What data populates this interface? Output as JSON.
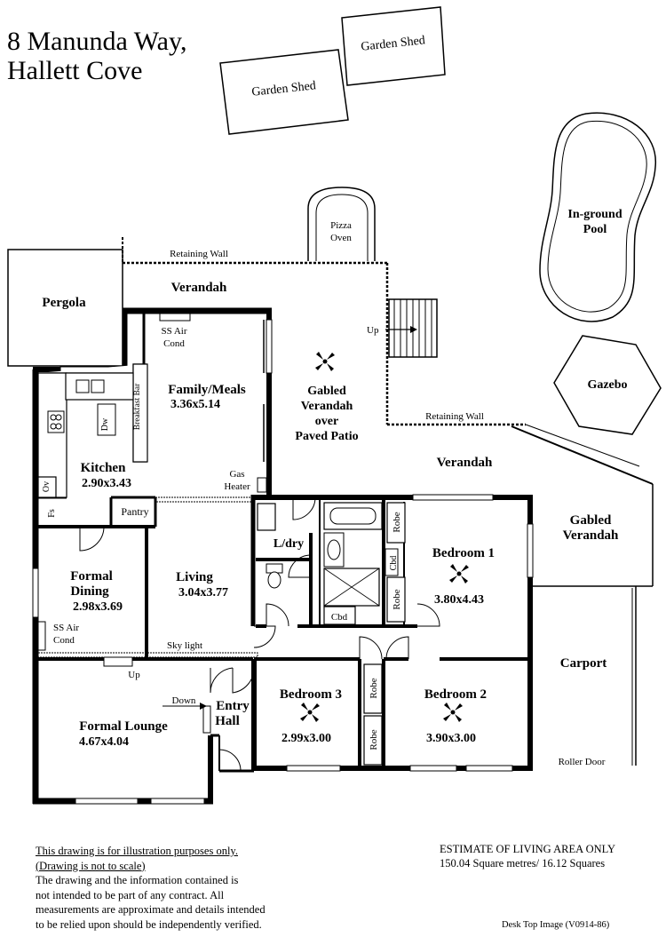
{
  "title": {
    "line1": "8 Manunda Way,",
    "line2": "Hallett Cove"
  },
  "labels": {
    "garden_shed_1": "Garden Shed",
    "garden_shed_2": "Garden Shed",
    "pizza_oven_1": "Pizza",
    "pizza_oven_2": "Oven",
    "pool_1": "In-ground",
    "pool_2": "Pool",
    "gazebo": "Gazebo",
    "retaining_wall_top": "Retaining Wall",
    "retaining_wall_right": "Retaining Wall",
    "pergola": "Pergola",
    "verandah_top": "Verandah",
    "verandah_right": "Verandah",
    "up_stairs": "Up",
    "ss_air_cond_1a": "SS Air",
    "ss_air_cond_1b": "Cond",
    "family_meals": "Family/Meals",
    "family_meals_size": "3.36x5.14",
    "breakfast_bar": "Breakfast Bar",
    "dw": "Dw",
    "gabled_verandah_1": "Gabled",
    "gabled_verandah_2": "Verandah",
    "gabled_verandah_3": "over",
    "gabled_verandah_4": "Paved Patio",
    "kitchen": "Kitchen",
    "kitchen_size": "2.90x3.43",
    "ov": "Ov",
    "gas_heater_1": "Gas",
    "gas_heater_2": "Heater",
    "gabled_verandah_side_1": "Gabled",
    "gabled_verandah_side_2": "Verandah",
    "fs": "Fs",
    "pantry": "Pantry",
    "ldry": "L/dry",
    "robe_1": "Robe",
    "robe_2": "Robe",
    "robe_3": "Robe",
    "robe_4": "Robe",
    "cbd_1": "Cbd",
    "cbd_2": "Cbd",
    "bedroom1": "Bedroom 1",
    "bedroom1_size": "3.80x4.43",
    "formal_dining_1": "Formal",
    "formal_dining_2": "Dining",
    "formal_dining_size": "2.98x3.69",
    "living": "Living",
    "living_size": "3.04x3.77",
    "ss_air_cond_2a": "SS Air",
    "ss_air_cond_2b": "Cond",
    "sky_light": "Sky light",
    "up_small": "Up",
    "carport": "Carport",
    "down": "Down",
    "entry_hall_1": "Entry",
    "entry_hall_2": "Hall",
    "bedroom3": "Bedroom 3",
    "bedroom3_size": "2.99x3.00",
    "bedroom2": "Bedroom 2",
    "bedroom2_size": "3.90x3.00",
    "formal_lounge": "Formal Lounge",
    "formal_lounge_size": "4.67x4.04",
    "roller_door": "Roller Door"
  },
  "disclaimer": {
    "line1": "This drawing is for illustration purposes only.",
    "line2": "(Drawing is not to scale)",
    "line3": "The drawing and the information contained is",
    "line4": "not intended to be part of any contract.  All",
    "line5": "measurements are approximate and details intended",
    "line6": "to be relied upon should be independently verified."
  },
  "estimate": {
    "line1": "ESTIMATE OF LIVING AREA ONLY",
    "line2": "150.04  Square metres/ 16.12 Squares"
  },
  "version": "Desk Top Image  (V0914-86)"
}
